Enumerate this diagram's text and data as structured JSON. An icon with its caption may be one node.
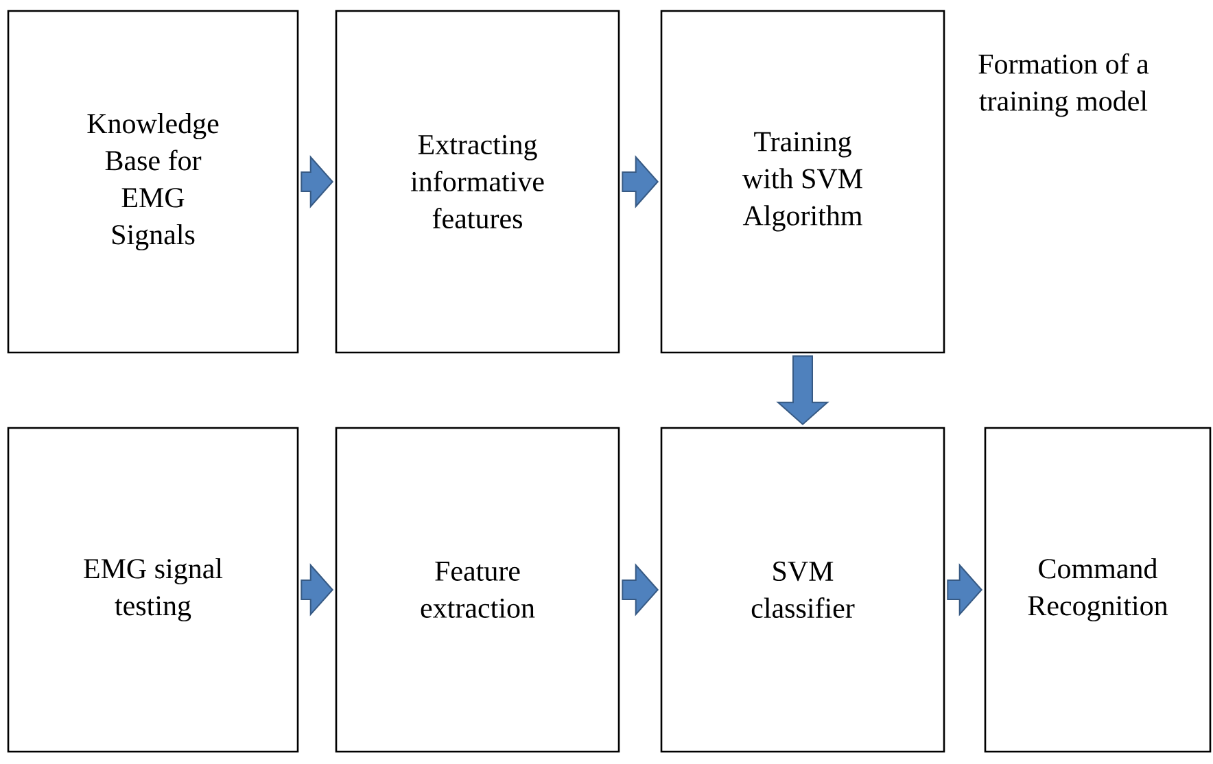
{
  "diagram": {
    "nodes": [
      {
        "text": [
          "Knowledge Base for EMG Signals"
        ]
      },
      {
        "text": [
          "Extracting informative features"
        ]
      },
      {
        "text": [
          "Training with SVM Algorithm"
        ]
      },
      {
        "text": [
          "EMG signal testing"
        ]
      },
      {
        "text": [
          "Feature extraction"
        ]
      },
      {
        "text": [
          "SVM classifier"
        ]
      },
      {
        "text": [
          "Command Recognition"
        ]
      }
    ],
    "edges": [
      {
        "from": 0,
        "to": 1,
        "arrow": "to"
      },
      {
        "from": 1,
        "to": 2,
        "arrow": "to"
      },
      {
        "from": 2,
        "to": 5,
        "arrow": "to"
      },
      {
        "from": 3,
        "to": 4,
        "arrow": "to"
      },
      {
        "from": 4,
        "to": 5,
        "arrow": "to"
      },
      {
        "from": 5,
        "to": 6,
        "arrow": "to"
      }
    ],
    "labels": [
      "Formation of a training model"
    ]
  }
}
